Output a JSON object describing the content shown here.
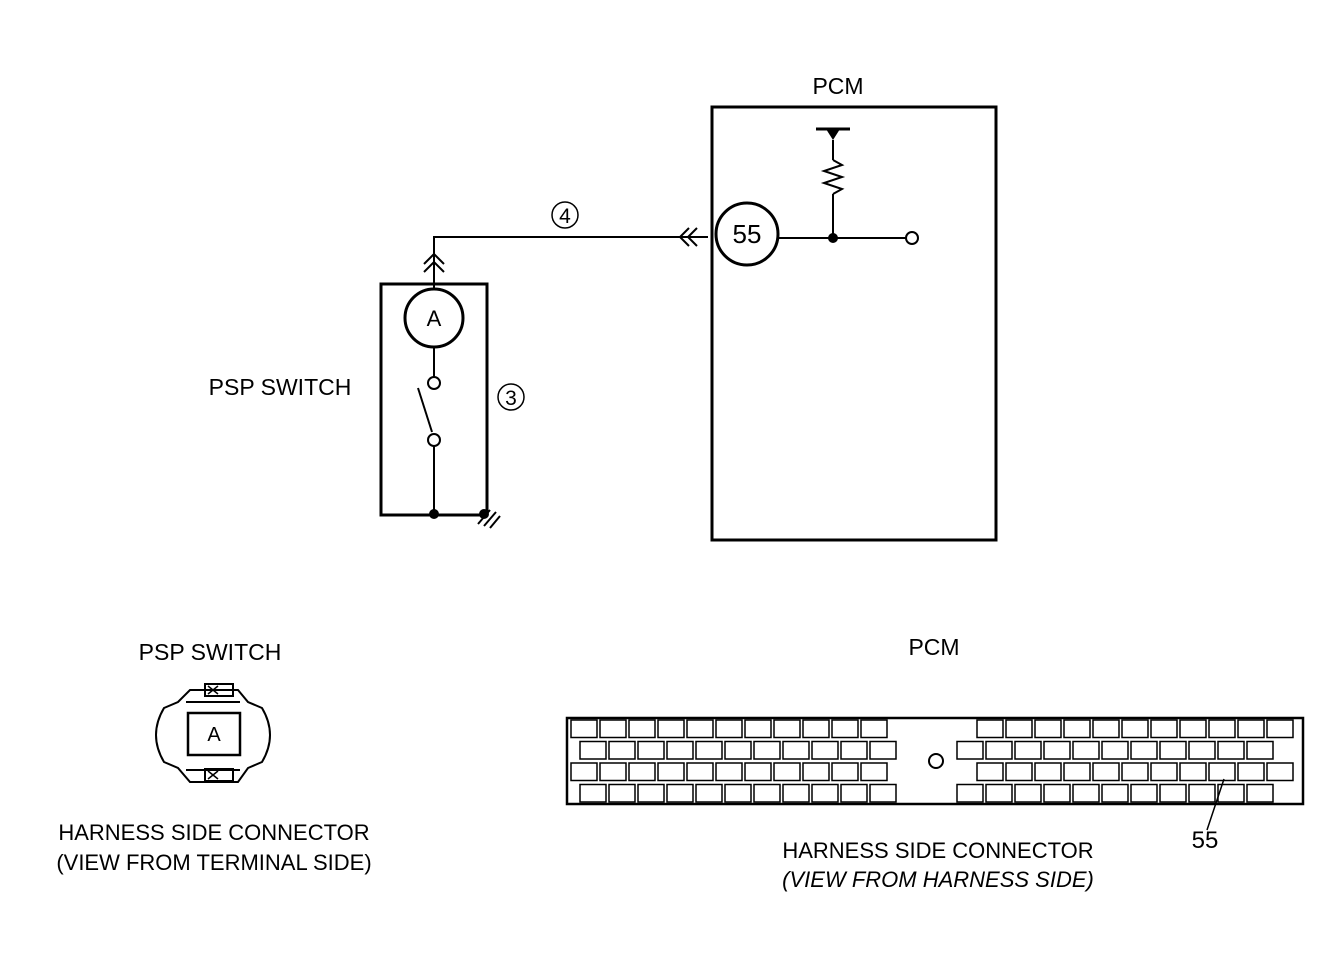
{
  "schematic": {
    "pcm_title": "PCM",
    "psp_title": "PSP SWITCH",
    "pcm_terminal": "55",
    "psp_terminal": "A",
    "wire_marker": "4",
    "switch_marker": "3"
  },
  "psp_connector": {
    "title": "PSP SWITCH",
    "terminal": "A",
    "caption_line1": "HARNESS SIDE CONNECTOR",
    "caption_line2": "(VIEW FROM TERMINAL SIDE)"
  },
  "pcm_connector": {
    "title": "PCM",
    "callout": "55",
    "caption_line1": "HARNESS SIDE CONNECTOR",
    "caption_line2": "(VIEW FROM HARNESS SIDE)"
  }
}
